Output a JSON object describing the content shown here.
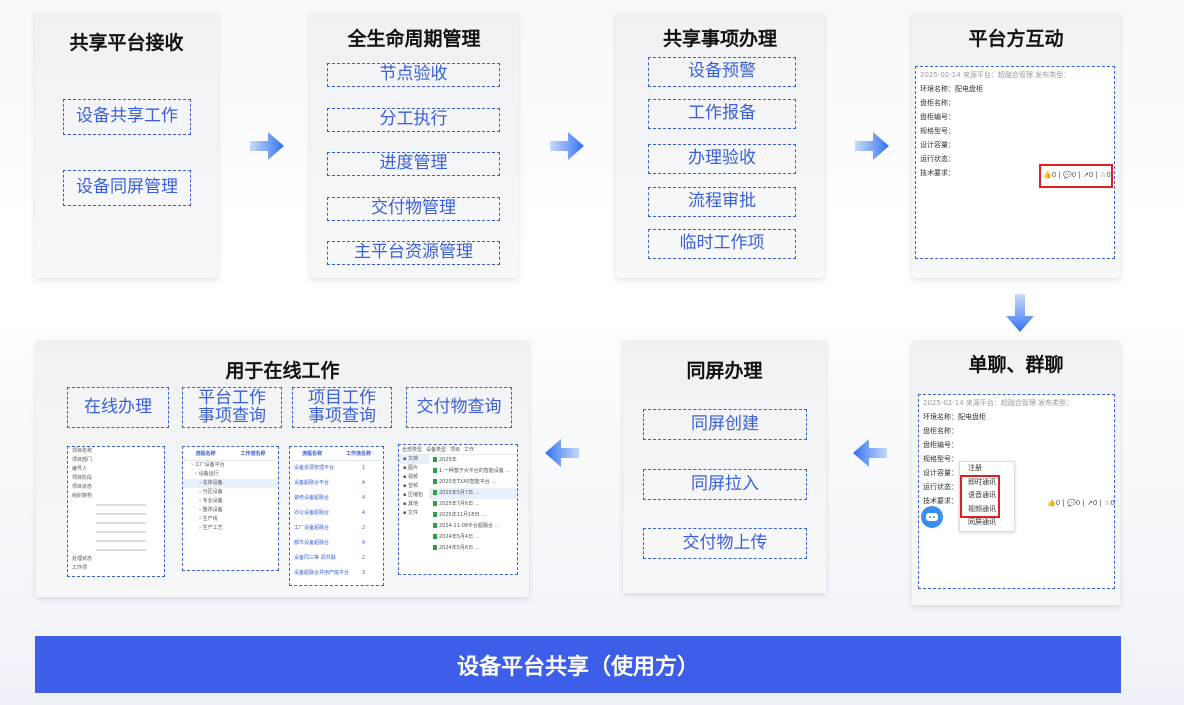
{
  "cards": {
    "receive": {
      "title": "共享平台接收",
      "items": [
        "设备共享工作",
        "设备同屏管理"
      ]
    },
    "lifecycle": {
      "title": "全生命周期管理",
      "items": [
        "节点验收",
        "分工执行",
        "进度管理",
        "交付物管理",
        "主平台资源管理"
      ]
    },
    "matters": {
      "title": "共享事项办理",
      "items": [
        "设备预警",
        "工作报备",
        "办理验收",
        "流程审批",
        "临时工作项"
      ]
    },
    "interact": {
      "title": "平台方互动",
      "meta": "2025-02-14    来源平台：超融合管理    发布类型：",
      "fields": [
        "环境名称：配电盘柜",
        "盘柜名称：",
        "盘柜编号：",
        "规格型号：",
        "设计容量：",
        "运行状态：",
        "技术要求："
      ],
      "reactions": "👍0 | 💬0 | ↗0 | ☆0"
    },
    "chat": {
      "title": "单聊、群聊",
      "meta": "2025-02-14    来源平台：超融合管理    发布类型：",
      "fields": [
        "环境名称：配电盘柜",
        "盘柜名称：",
        "盘柜编号：",
        "规格型号：",
        "设计容量：",
        "运行状态：",
        "技术要求："
      ],
      "reactions": "👍0 | 💬0 | ↗0 | ☆0",
      "menu": [
        "注册",
        "即时通讯",
        "语音通讯",
        "视频通讯",
        "同屏通讯"
      ]
    },
    "sameScreen": {
      "title": "同屏办理",
      "items": [
        "同屏创建",
        "同屏拉入",
        "交付物上传"
      ]
    },
    "online": {
      "title": "用于在线工作",
      "items": [
        "在线办理",
        "平台工作事项查询",
        "项目工作事项查询",
        "交付物查询"
      ],
      "items_lines": [
        [
          "在线办理"
        ],
        [
          "平台工作",
          "事项查询"
        ],
        [
          "项目工作",
          "事项查询"
        ],
        [
          "交付物查询"
        ]
      ],
      "tree_headers": [
        "流程名称",
        "工作流名称"
      ],
      "tree_rows": [
        "工厂设备平台",
        "设备运行",
        "总体设备",
        "分区设备",
        "专业设备",
        "整改设备",
        "生产线",
        "生产工艺"
      ],
      "list_headers": [
        "流程名称",
        "工作流名称"
      ],
      "list_rows": [
        "设备资源管理平台",
        "设备超融合平台",
        "装修设备超融合",
        "办公设备超融合",
        "工厂设备超融合",
        "都市设备超融合",
        "设备同三等 调共融",
        "设备超融合共用产能平台"
      ],
      "list_nums": [
        "1",
        "4",
        "4",
        "4",
        "2",
        "4",
        "2",
        "3"
      ],
      "form_rows": [
        "项目名称",
        "项目部门",
        "编号人",
        "项目阶段",
        "项目状态",
        "组织架构",
        "",
        "",
        "",
        "",
        "",
        "",
        "处理状态",
        "工作项"
      ],
      "file_tabs": [
        "全部类型",
        "设备类型",
        "项目",
        "工作"
      ],
      "file_side": [
        "文档",
        "图片",
        "视频",
        "音频",
        "压缩包",
        "其他",
        "文件"
      ],
      "file_rows": [
        "2025年",
        "1.一种基于大平台的智能设备 ...",
        "2025年TXA5智能平台 ...",
        "2025年5月7日 ...",
        "2025年7月6日 ...",
        "2025年11月18日 ...",
        "2024-11-08平台超融合 ...",
        "2024年5月4日 ...",
        "2024年5月6日 ..."
      ]
    }
  },
  "banner": "设备平台共享（使用方）",
  "colors": {
    "accent": "#3a5fd9",
    "banner": "#3d5ee8",
    "highlight": "#e02020"
  }
}
